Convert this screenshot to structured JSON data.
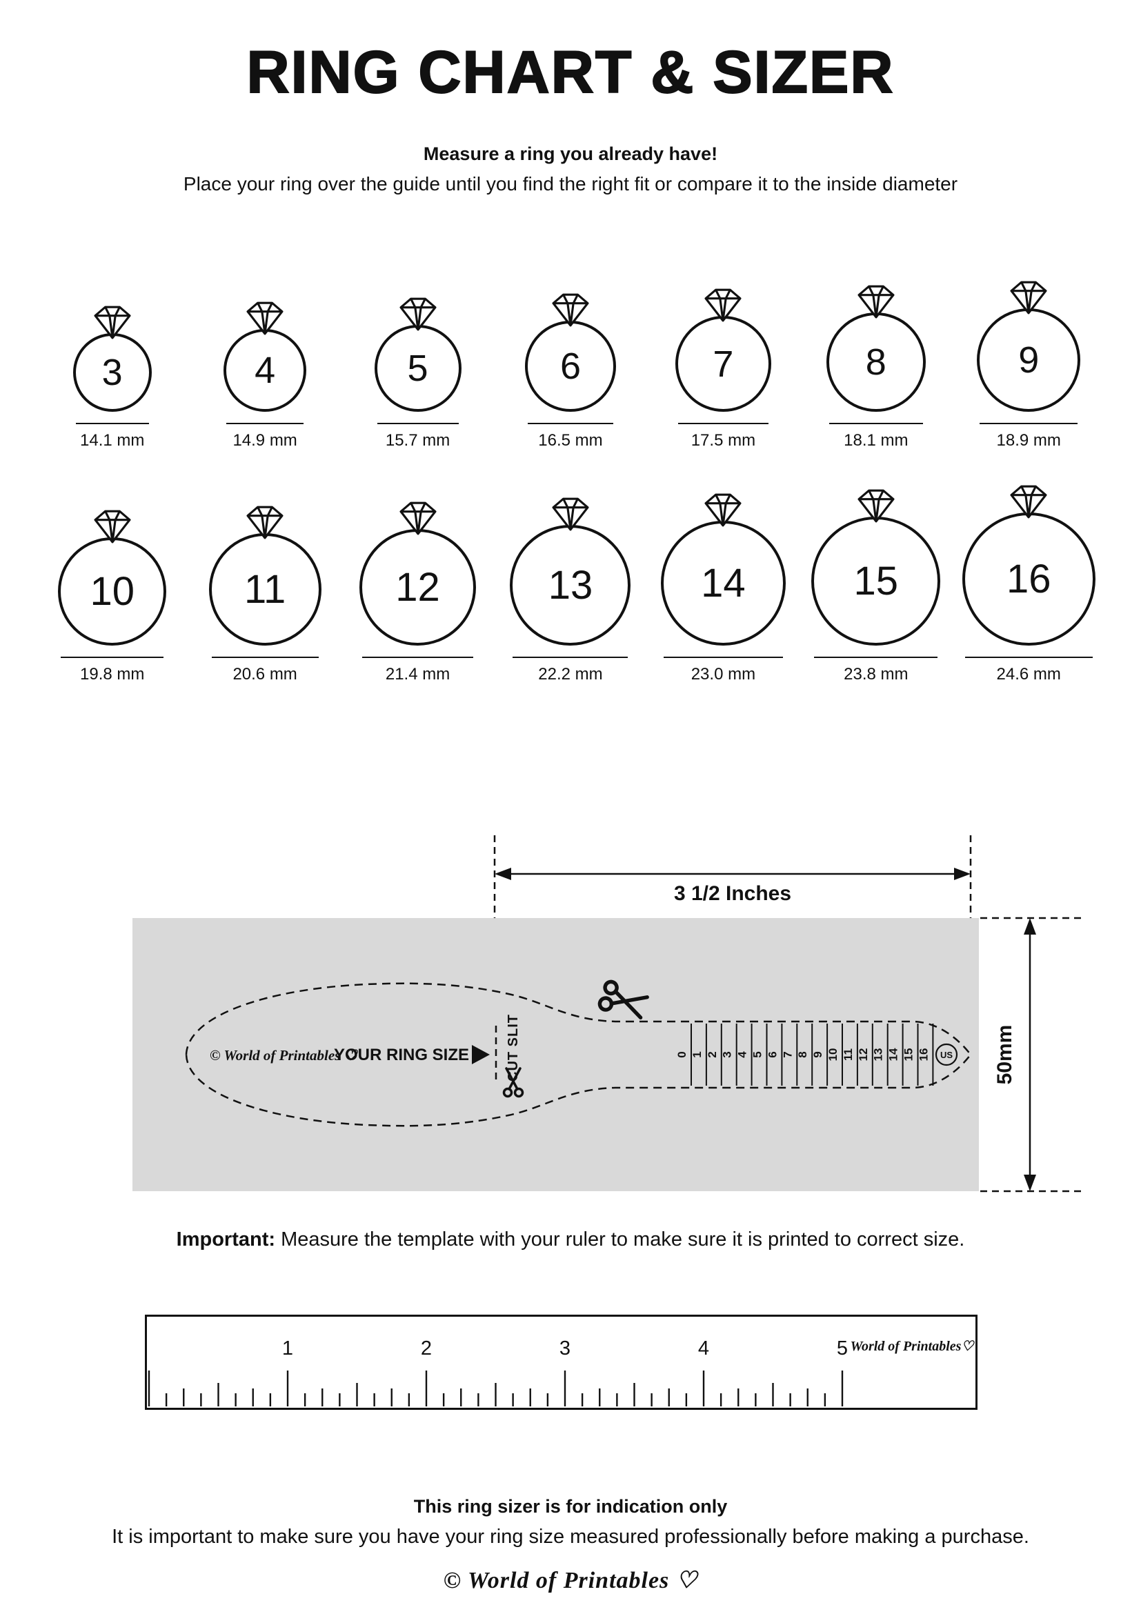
{
  "header": {
    "title": "RING CHART & SIZER",
    "subtitle_bold": "Measure a ring you already have!",
    "subtitle": "Place your ring over the guide until you find the right fit or compare it to the inside diameter"
  },
  "rings": {
    "row1": [
      {
        "size": "3",
        "diameter": "14.1 mm"
      },
      {
        "size": "4",
        "diameter": "14.9 mm"
      },
      {
        "size": "5",
        "diameter": "15.7 mm"
      },
      {
        "size": "6",
        "diameter": "16.5 mm"
      },
      {
        "size": "7",
        "diameter": "17.5 mm"
      },
      {
        "size": "8",
        "diameter": "18.1 mm"
      },
      {
        "size": "9",
        "diameter": "18.9 mm"
      }
    ],
    "row2": [
      {
        "size": "10",
        "diameter": "19.8 mm"
      },
      {
        "size": "11",
        "diameter": "20.6 mm"
      },
      {
        "size": "12",
        "diameter": "21.4 mm"
      },
      {
        "size": "13",
        "diameter": "22.2 mm"
      },
      {
        "size": "14",
        "diameter": "23.0 mm"
      },
      {
        "size": "15",
        "diameter": "23.8 mm"
      },
      {
        "size": "16",
        "diameter": "24.6 mm"
      }
    ]
  },
  "sizer": {
    "width_label": "3 1/2 Inches",
    "height_label": "50mm",
    "brand": "© World of Printables ♡",
    "ring_size_label": "YOUR RING SIZE",
    "cut_slit_label": "CUT SLIT",
    "scale_numbers": [
      "0",
      "1",
      "2",
      "3",
      "4",
      "5",
      "6",
      "7",
      "8",
      "9",
      "10",
      "11",
      "12",
      "13",
      "14",
      "15",
      "16"
    ],
    "us_label": "US",
    "colors": {
      "template_bg": "#d9d9d9",
      "ink": "#111111"
    }
  },
  "important": {
    "label": "Important:",
    "text": "Measure the template with your ruler to make sure it is printed to correct size."
  },
  "ruler": {
    "numbers": [
      "1",
      "2",
      "3",
      "4",
      "5"
    ],
    "brand": "World of Printables♡"
  },
  "footer": {
    "bold": "This ring sizer is for indication only",
    "text": "It is important to make sure you have your ring size measured professionally before making a purchase.",
    "logo": "© World of Printables ♡"
  }
}
